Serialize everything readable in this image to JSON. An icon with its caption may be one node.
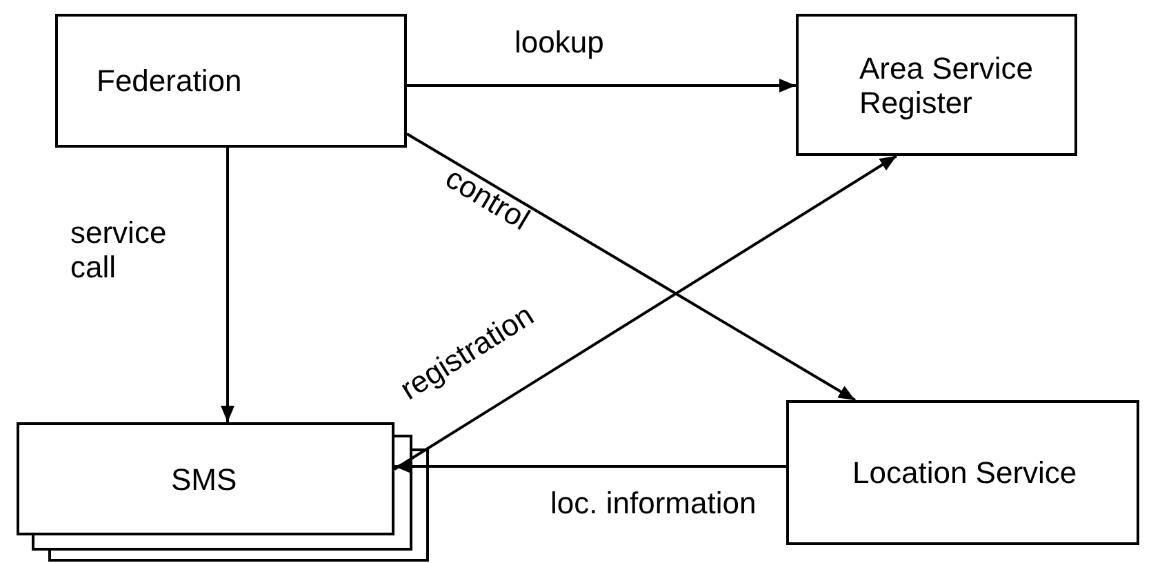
{
  "diagram": {
    "nodes": [
      {
        "text": [
          "Federation"
        ]
      },
      {
        "text": [
          "Area Service Register"
        ]
      },
      {
        "text": [
          "SMS"
        ]
      },
      {
        "text": [
          "Location Service"
        ]
      }
    ],
    "edges": [
      {
        "from": 0,
        "to": 1,
        "arrow": "to",
        "label": "lookup"
      },
      {
        "from": 0,
        "to": 3,
        "arrow": "to",
        "label": "control"
      },
      {
        "from": 0,
        "to": 2,
        "arrow": "to",
        "label": "service call"
      },
      {
        "from": 2,
        "to": 1,
        "arrow": "to",
        "label": "registration"
      },
      {
        "from": 3,
        "to": 2,
        "arrow": "to",
        "label": "loc. information"
      }
    ]
  }
}
